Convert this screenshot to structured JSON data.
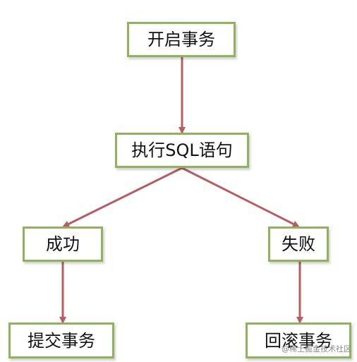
{
  "diagram": {
    "nodes": [
      {
        "id": "start",
        "label": "开启事务"
      },
      {
        "id": "exec",
        "label": "执行SQL语句"
      },
      {
        "id": "success",
        "label": "成功"
      },
      {
        "id": "fail",
        "label": "失败"
      },
      {
        "id": "commit",
        "label": "提交事务"
      },
      {
        "id": "rollback",
        "label": "回滚事务"
      }
    ],
    "edges": [
      {
        "from": "start",
        "to": "exec"
      },
      {
        "from": "exec",
        "to": "success"
      },
      {
        "from": "exec",
        "to": "fail"
      },
      {
        "from": "success",
        "to": "commit"
      },
      {
        "from": "fail",
        "to": "rollback"
      }
    ],
    "colors": {
      "node_border": "#8fb35a",
      "edge": "#b85b63"
    },
    "watermark": "@稀土掘金技术社区"
  }
}
